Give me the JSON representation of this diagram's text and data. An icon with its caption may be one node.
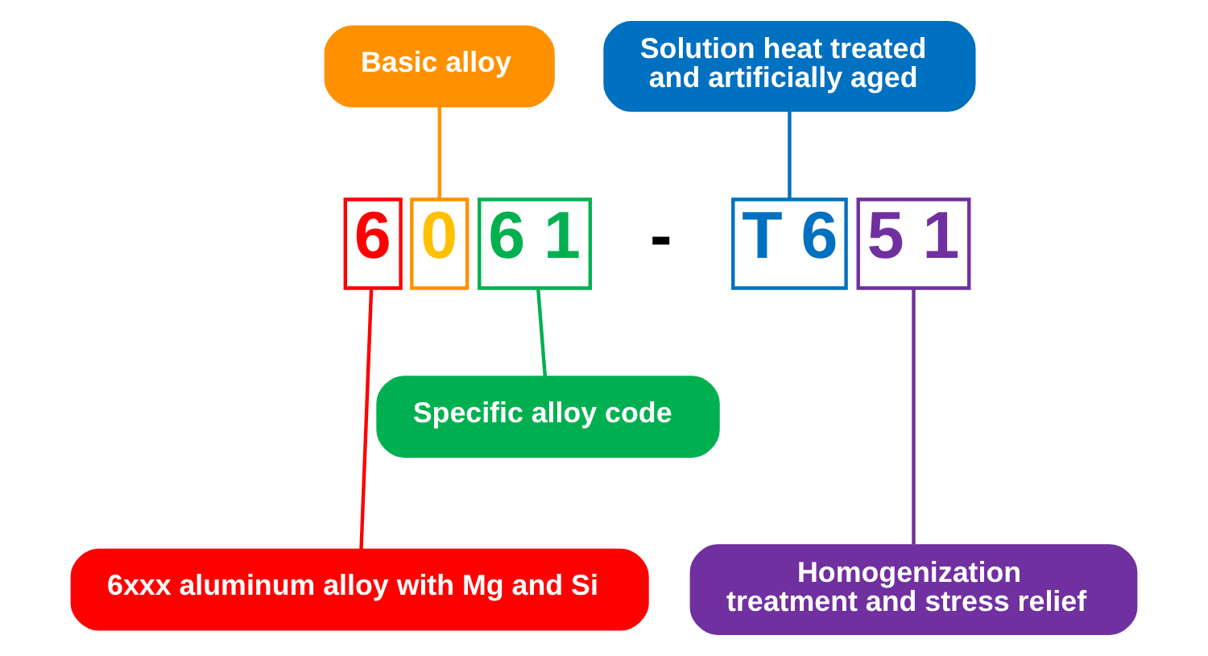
{
  "diagram": {
    "nodes": [
      {
        "text": [
          "Solution heat treated and artificially aged"
        ]
      },
      {
        "text": [
          "Basic alloy"
        ]
      },
      {
        "text": [
          "6"
        ]
      },
      {
        "text": [
          "0"
        ]
      },
      {
        "text": [
          "6 1"
        ]
      },
      {
        "text": [
          "T 6"
        ]
      },
      {
        "text": [
          "5 1"
        ]
      },
      {
        "text": [
          "Specific alloy code"
        ]
      },
      {
        "text": [
          "Homogenization treatment and stress relief"
        ]
      },
      {
        "text": [
          "6xxx aluminum alloy with Mg and Si"
        ]
      }
    ],
    "edges": [
      {
        "from": 0,
        "to": 5,
        "arrow": "none",
        "color": "#0070c0"
      },
      {
        "from": 1,
        "to": 3,
        "arrow": "none",
        "color": "#ff9100"
      },
      {
        "from": 7,
        "to": 4,
        "arrow": "none",
        "color": "#00b050"
      },
      {
        "from": 8,
        "to": 6,
        "arrow": "none",
        "color": "#7030a0"
      },
      {
        "from": 9,
        "to": 2,
        "arrow": "none",
        "color": "#ff0000"
      }
    ],
    "labels": [
      "-"
    ]
  }
}
